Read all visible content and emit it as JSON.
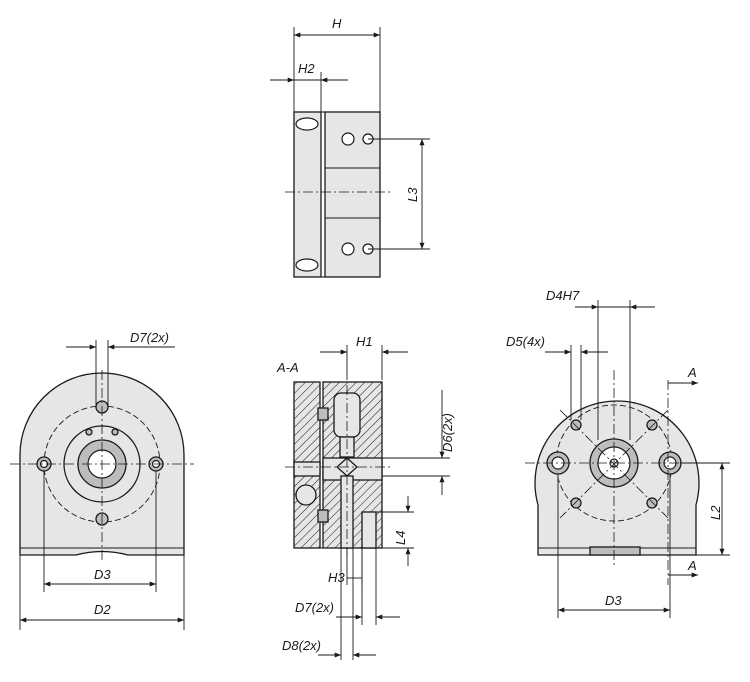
{
  "labels": {
    "H": "H",
    "H2": "H2",
    "L3": "L3",
    "D7": "D7(2x)",
    "D3": "D3",
    "D2": "D2",
    "AA": "A-A",
    "H1": "H1",
    "D6": "D6(2x)",
    "L4": "L4",
    "H3": "H3",
    "D7b": "D7(2x)",
    "D8": "D8(2x)",
    "D4H7": "D4H7",
    "D5": "D5(4x)",
    "A1": "A",
    "A2": "A",
    "L2": "L2",
    "D3b": "D3"
  }
}
